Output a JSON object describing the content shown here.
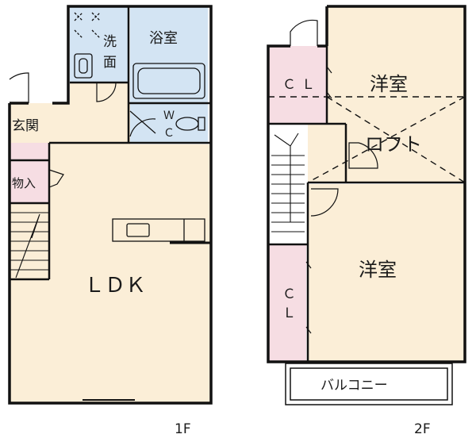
{
  "floor1": {
    "floor_label": "1F",
    "rooms": {
      "ldk": "ＬＤＫ",
      "genkan": "玄関",
      "monoire": "物入",
      "bathroom": "浴室",
      "wc_w": "Ｗ",
      "wc_c": "Ｃ",
      "senmen_1": "洗",
      "senmen_2": "面"
    }
  },
  "floor2": {
    "floor_label": "2F",
    "rooms": {
      "western_top": "洋室",
      "western_bottom": "洋室",
      "loft": "ロフト",
      "cl_top_c": "Ｃ",
      "cl_top_l": "Ｌ",
      "cl_bottom_c": "Ｃ",
      "cl_bottom_l": "Ｌ",
      "balcony": "バルコニー"
    }
  },
  "colors": {
    "floor": "#fbeed7",
    "wet_area": "#d3e4f3",
    "closet": "#f6dde3",
    "wall": "#111111"
  }
}
